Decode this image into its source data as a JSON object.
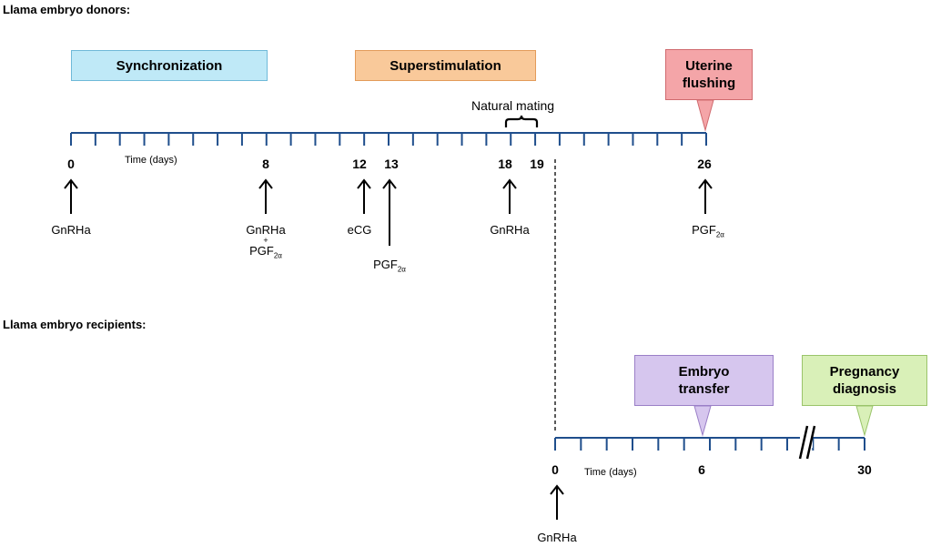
{
  "donors": {
    "title": "Llama embryo donors:",
    "timeline_label": "Time (days)",
    "phase_boxes": [
      {
        "id": "synchronization",
        "label": "Synchronization",
        "color": "#bfe9f7",
        "border": "#6fb9d8"
      },
      {
        "id": "superstimulation",
        "label": "Superstimulation",
        "color": "#f9c99a",
        "border": "#e39b5a"
      }
    ],
    "callout": {
      "label_line1": "Uterine",
      "label_line2": "flushing",
      "color": "#f4a5a8",
      "border": "#d06a6e",
      "day": 26
    },
    "mating": {
      "label": "Natural mating",
      "from_day": 18,
      "to_day": 19
    },
    "day_labels": [
      "0",
      "8",
      "12",
      "13",
      "18",
      "19",
      "26"
    ],
    "events": [
      {
        "day": 0,
        "line1": "GnRHa"
      },
      {
        "day": 8,
        "line1": "GnRHa",
        "plus": "+",
        "line2": "PGF",
        "sub": "2α"
      },
      {
        "day": 12,
        "line1": "eCG"
      },
      {
        "day": 13,
        "line2": "PGF",
        "sub": "2α"
      },
      {
        "day": 18,
        "line1": "GnRHa"
      },
      {
        "day": 26,
        "line2": "PGF",
        "sub": "2α"
      }
    ]
  },
  "recipients": {
    "title": "Llama embryo recipients:",
    "timeline_label": "Time (days)",
    "boxes": [
      {
        "id": "embryo-transfer",
        "line1": "Embryo",
        "line2": "transfer",
        "color": "#d6c6ee",
        "border": "#9a7fc7"
      },
      {
        "id": "pregnancy-diagnosis",
        "line1": "Pregnancy",
        "line2": "diagnosis",
        "color": "#d9f0b8",
        "border": "#9ac46a"
      }
    ],
    "day_labels": [
      "0",
      "6",
      "30"
    ],
    "events": [
      {
        "line1": "GnRHa"
      }
    ]
  }
}
